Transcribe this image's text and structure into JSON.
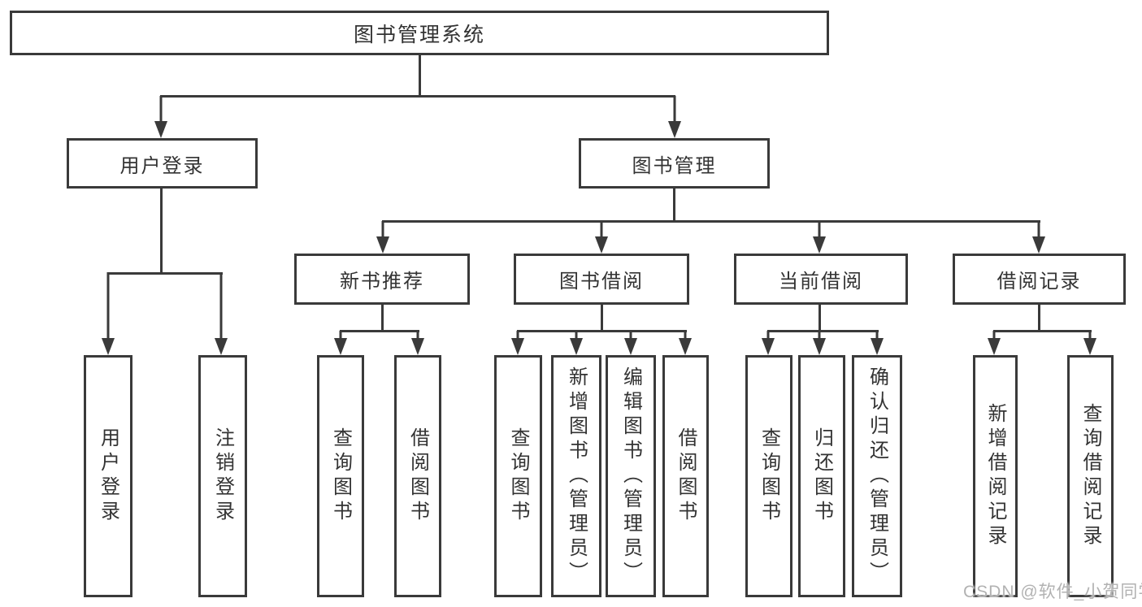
{
  "diagram": {
    "root": {
      "label": "图书管理系统"
    },
    "branches": {
      "user_login": {
        "label": "用户登录",
        "children": [
          {
            "label": "用户登录"
          },
          {
            "label": "注销登录"
          }
        ]
      },
      "book_management": {
        "label": "图书管理",
        "sections": [
          {
            "label": "新书推荐",
            "children": [
              {
                "label": "查询图书"
              },
              {
                "label": "借阅图书"
              }
            ]
          },
          {
            "label": "图书借阅",
            "children": [
              {
                "label": "查询图书"
              },
              {
                "label": "新增图书（管理员）"
              },
              {
                "label": "编辑图书（管理员）"
              },
              {
                "label": "借阅图书"
              }
            ]
          },
          {
            "label": "当前借阅",
            "children": [
              {
                "label": "查询图书"
              },
              {
                "label": "归还图书"
              },
              {
                "label": "确认归还（管理员）"
              }
            ]
          },
          {
            "label": "借阅记录",
            "children": [
              {
                "label": "新增借阅记录"
              },
              {
                "label": "查询借阅记录"
              }
            ]
          }
        ]
      }
    }
  },
  "watermark": {
    "text": "CSDN @软件_小贺同学"
  },
  "colors": {
    "line": "#3a3a3a",
    "text": "#333333",
    "watermark": "#b2b2b2",
    "bg": "#ffffff"
  }
}
